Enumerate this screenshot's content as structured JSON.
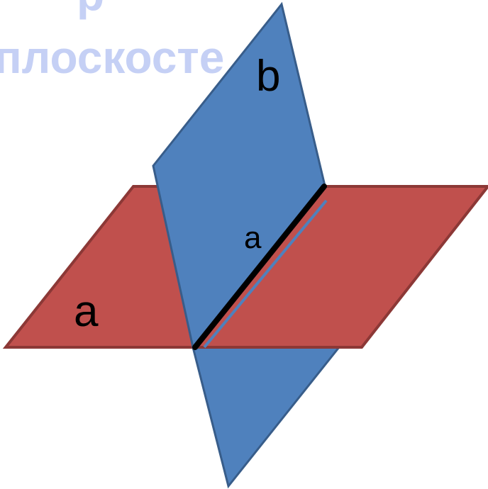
{
  "title_fragment": "плоскосте",
  "title_top_fragment": "р",
  "colors": {
    "background": "#ffffff",
    "title_text": "#c5d0f5",
    "plane_a_fill": "#c0504d",
    "plane_a_stroke": "#8c3836",
    "plane_b_fill": "#4f81bd",
    "plane_b_stroke": "#385d8a",
    "line_a": "#000000",
    "label_text": "#000000"
  },
  "labels": {
    "plane_a": "a",
    "plane_b": "b",
    "line_a": "a"
  }
}
